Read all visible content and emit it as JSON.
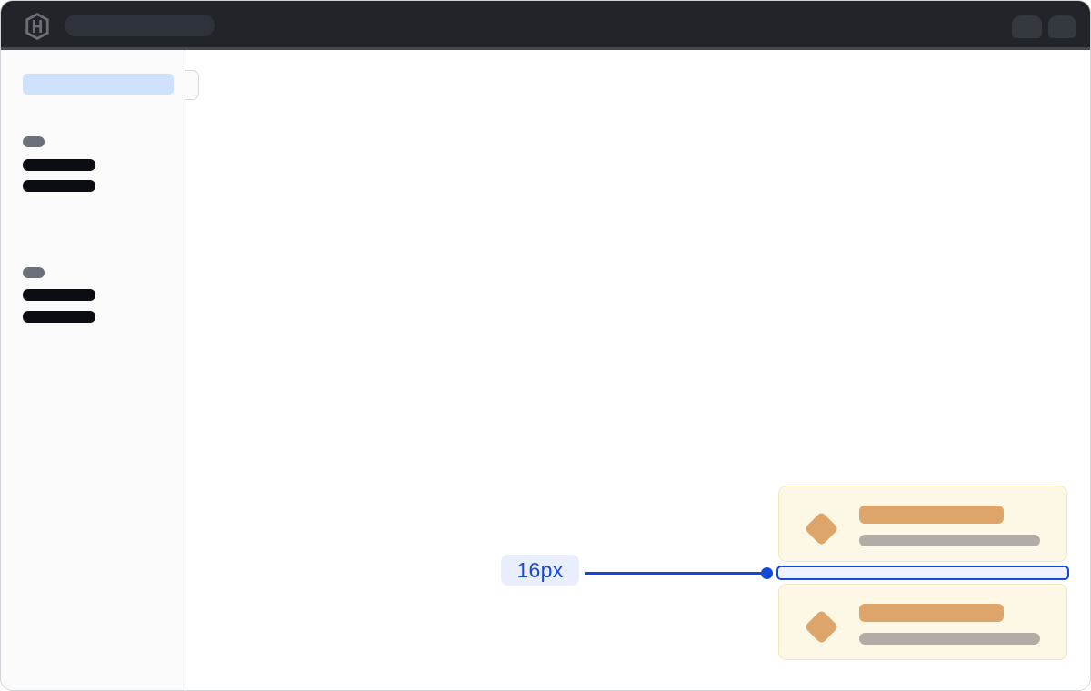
{
  "topbar": {
    "logo_icon": "hashicorp-logo-icon",
    "search_skeleton": {
      "placeholder": ""
    },
    "actions": [
      {
        "name": "avatar-skeleton"
      },
      {
        "name": "avatar-skeleton"
      }
    ],
    "colors": {
      "background": "#212429",
      "skeleton": "#2e323a",
      "logo": "#6b6f76"
    }
  },
  "sidebar": {
    "active_item_skeleton": {
      "color": "#cfe1fb"
    },
    "groups": [
      {
        "label_skeleton": true,
        "links_skeleton_count": 2
      },
      {
        "label_skeleton": true,
        "links_skeleton_count": 2
      }
    ],
    "colors": {
      "background": "#fafafb",
      "border": "#dddee3",
      "group_label": "#6b707b",
      "link": "#0b0d12"
    }
  },
  "toasts": [
    {
      "icon": "diamond-icon",
      "title_skeleton": true,
      "subtitle_skeleton": true
    },
    {
      "icon": "diamond-icon",
      "title_skeleton": true,
      "subtitle_skeleton": true
    }
  ],
  "toast_colors": {
    "background": "#fdf7e6",
    "border": "#f7e5bd",
    "accent": "#dea56a",
    "muted": "#b1ada6"
  },
  "annotation": {
    "label": "16px",
    "accent_color": "#1448d8",
    "label_bg": "#e8eefb",
    "gap_fill": "#edf2fd"
  }
}
